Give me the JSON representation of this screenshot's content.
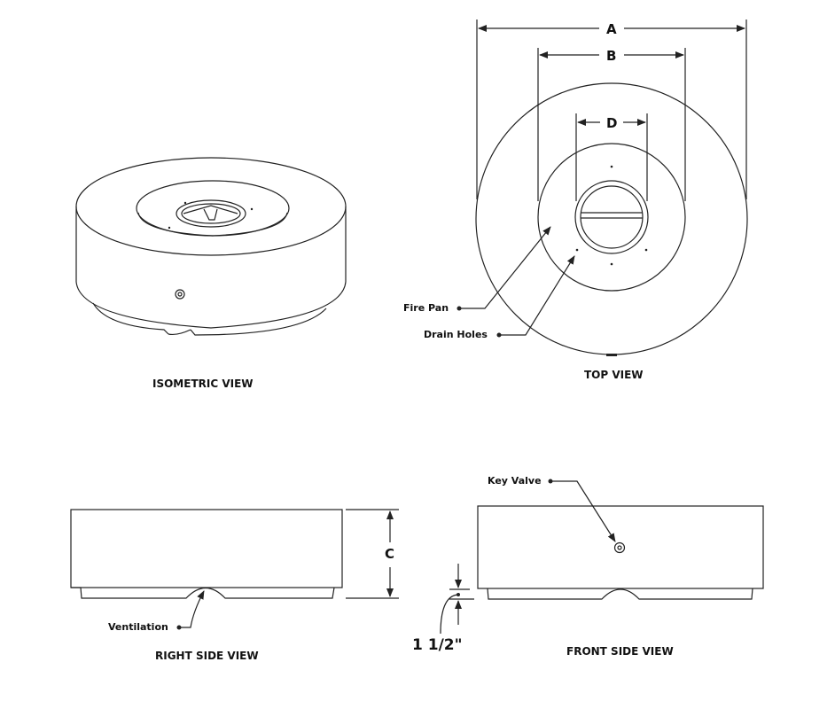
{
  "views": {
    "isometric": "ISOMETRIC VIEW",
    "top": "TOP VIEW",
    "right_side": "RIGHT SIDE VIEW",
    "front_side": "FRONT SIDE VIEW"
  },
  "dimensions": {
    "a": "A",
    "b": "B",
    "c": "C",
    "d": "D",
    "base_height": "1 1/2\""
  },
  "callouts": {
    "fire_pan": "Fire Pan",
    "drain_holes": "Drain Holes",
    "key_valve": "Key Valve",
    "ventilation": "Ventilation"
  }
}
